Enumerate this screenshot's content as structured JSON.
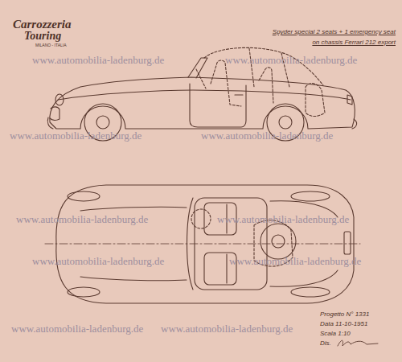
{
  "diagram": {
    "title": "Spyder special 2 seats + 1 emergency seat on chassis Ferrari 212 export",
    "labels": [
      "Carrozzeria",
      "Touring",
      "MILANO - ITALIA",
      "Progetto N° 1331",
      "Data 11-10-1951",
      "Scala 1:10",
      "Dis.",
      "www.automobilia-ladenburg.de",
      "www.automobilia-ladenburg.de",
      "www.automobilia-ladenburg.de",
      "www.automobilia-ladenburg.de",
      "www.automobilia-ladenburg.de",
      "www.automobilia-ladenburg.de",
      "www.automobilia-ladenburg.de",
      "www.automobilia-ladenburg.de",
      "www.automobilia-ladenburg.de",
      "www.automobilia-ladenburg.de"
    ]
  }
}
